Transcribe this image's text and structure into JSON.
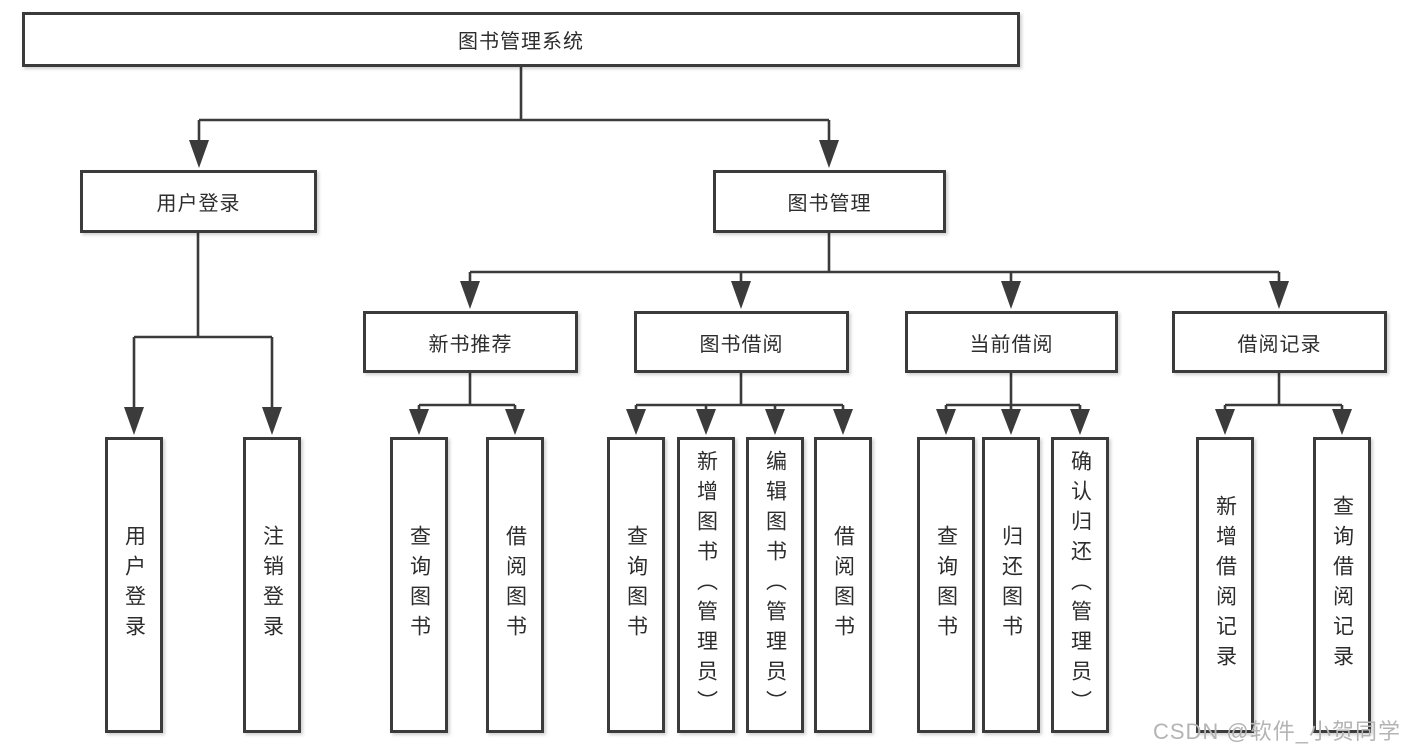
{
  "colors": {
    "background": "#ffffff",
    "line": "#3b3b3b",
    "border": "#3b3b3b",
    "text": "#2d2d2d",
    "watermark": "#b4b4b4"
  },
  "watermark": {
    "text": "CSDN @软件_小贺同学"
  },
  "tree": {
    "root": {
      "label": "图书管理系统",
      "children": [
        {
          "label": "用户登录",
          "children": [
            {
              "label": "用户登录"
            },
            {
              "label": "注销登录"
            }
          ]
        },
        {
          "label": "图书管理",
          "children": [
            {
              "label": "新书推荐",
              "children": [
                {
                  "label": "查询图书"
                },
                {
                  "label": "借阅图书"
                }
              ]
            },
            {
              "label": "图书借阅",
              "children": [
                {
                  "label": "查询图书"
                },
                {
                  "label": "新增图书（管理员）"
                },
                {
                  "label": "编辑图书（管理员）"
                },
                {
                  "label": "借阅图书"
                }
              ]
            },
            {
              "label": "当前借阅",
              "children": [
                {
                  "label": "查询图书"
                },
                {
                  "label": "归还图书"
                },
                {
                  "label": "确认归还（管理员）"
                }
              ]
            },
            {
              "label": "借阅记录",
              "children": [
                {
                  "label": "新增借阅记录"
                },
                {
                  "label": "查询借阅记录"
                }
              ]
            }
          ]
        }
      ]
    }
  }
}
